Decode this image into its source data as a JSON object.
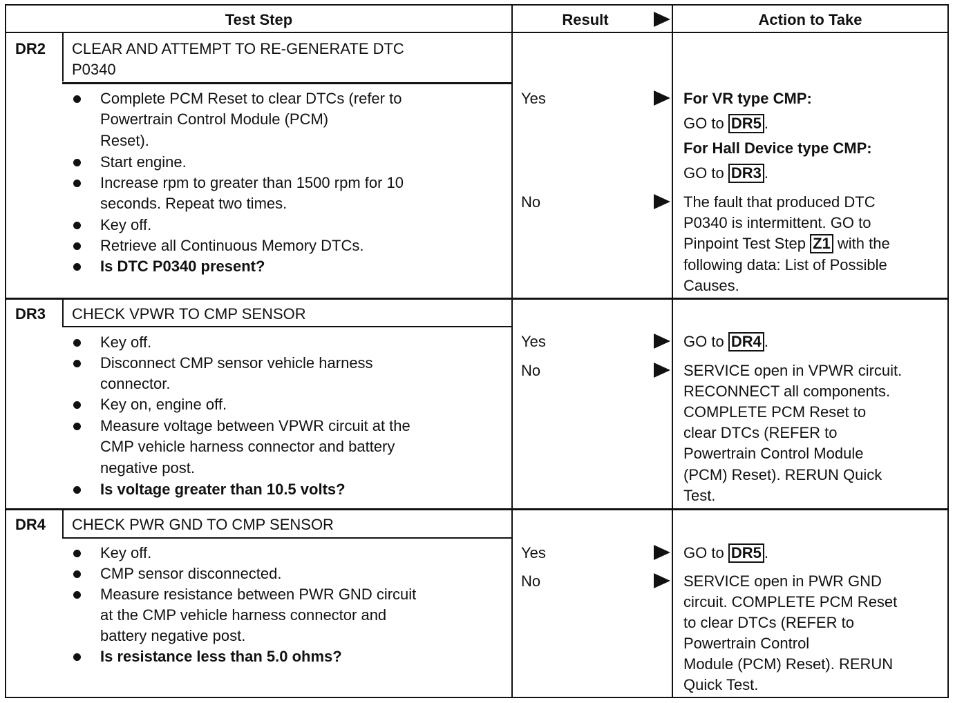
{
  "header": {
    "test_step": "Test Step",
    "result": "Result",
    "action": "Action to Take"
  },
  "dr2": {
    "code": "DR2",
    "title_1": "CLEAR AND ATTEMPT TO RE-GENERATE DTC",
    "title_2": "P0340",
    "steps": [
      "Complete PCM Reset to clear DTCs (refer to",
      "Powertrain Control Module (PCM)",
      "Reset).",
      "Start engine.",
      "Increase rpm to greater than 1500 rpm for 10",
      "seconds. Repeat two times.",
      "Key off.",
      "Retrieve all Continuous Memory DTCs.",
      "Is DTC P0340 present?"
    ],
    "result_yes": "Yes",
    "result_no": "No",
    "yes_vr": "For VR type CMP:",
    "yes_go_1": "GO to",
    "yes_ref_1": "DR5",
    "yes_hall": "For Hall Device type CMP:",
    "yes_go_2": "GO to",
    "yes_ref_2": "DR3",
    "no_1": "The fault that produced DTC",
    "no_2": "P0340 is intermittent. GO to",
    "no_3": "Pinpoint Test Step",
    "no_ref": "Z1",
    "no_3b": "with the",
    "no_4": "following data: List of Possible",
    "no_5": "Causes."
  },
  "dr3": {
    "code": "DR3",
    "title": "CHECK VPWR TO CMP SENSOR",
    "steps": [
      "Key off.",
      "Disconnect CMP sensor vehicle harness",
      "connector.",
      "Key on, engine off.",
      "Measure voltage between VPWR circuit at the",
      "CMP vehicle harness connector and battery",
      "negative post.",
      "Is voltage greater than 10.5 volts?"
    ],
    "result_yes": "Yes",
    "result_no": "No",
    "yes_go": "GO to",
    "yes_ref": "DR4",
    "no_lines": [
      "SERVICE open in VPWR circuit.",
      "RECONNECT all components.",
      "COMPLETE PCM Reset to",
      "clear DTCs (REFER to",
      "Powertrain Control Module",
      "(PCM) Reset). RERUN Quick",
      "Test."
    ]
  },
  "dr4": {
    "code": "DR4",
    "title": "CHECK PWR GND TO CMP SENSOR",
    "steps": [
      "Key off.",
      "CMP sensor disconnected.",
      "Measure resistance between PWR GND circuit",
      "at the CMP vehicle harness connector and",
      "battery negative post.",
      "Is resistance less than 5.0 ohms?"
    ],
    "result_yes": "Yes",
    "result_no": "No",
    "yes_go": "GO to",
    "yes_ref": "DR5",
    "no_lines": [
      "SERVICE open in PWR GND",
      "circuit. COMPLETE PCM Reset",
      "to clear DTCs (REFER to",
      "Powertrain Control",
      "Module (PCM) Reset). RERUN",
      "Quick Test."
    ]
  }
}
